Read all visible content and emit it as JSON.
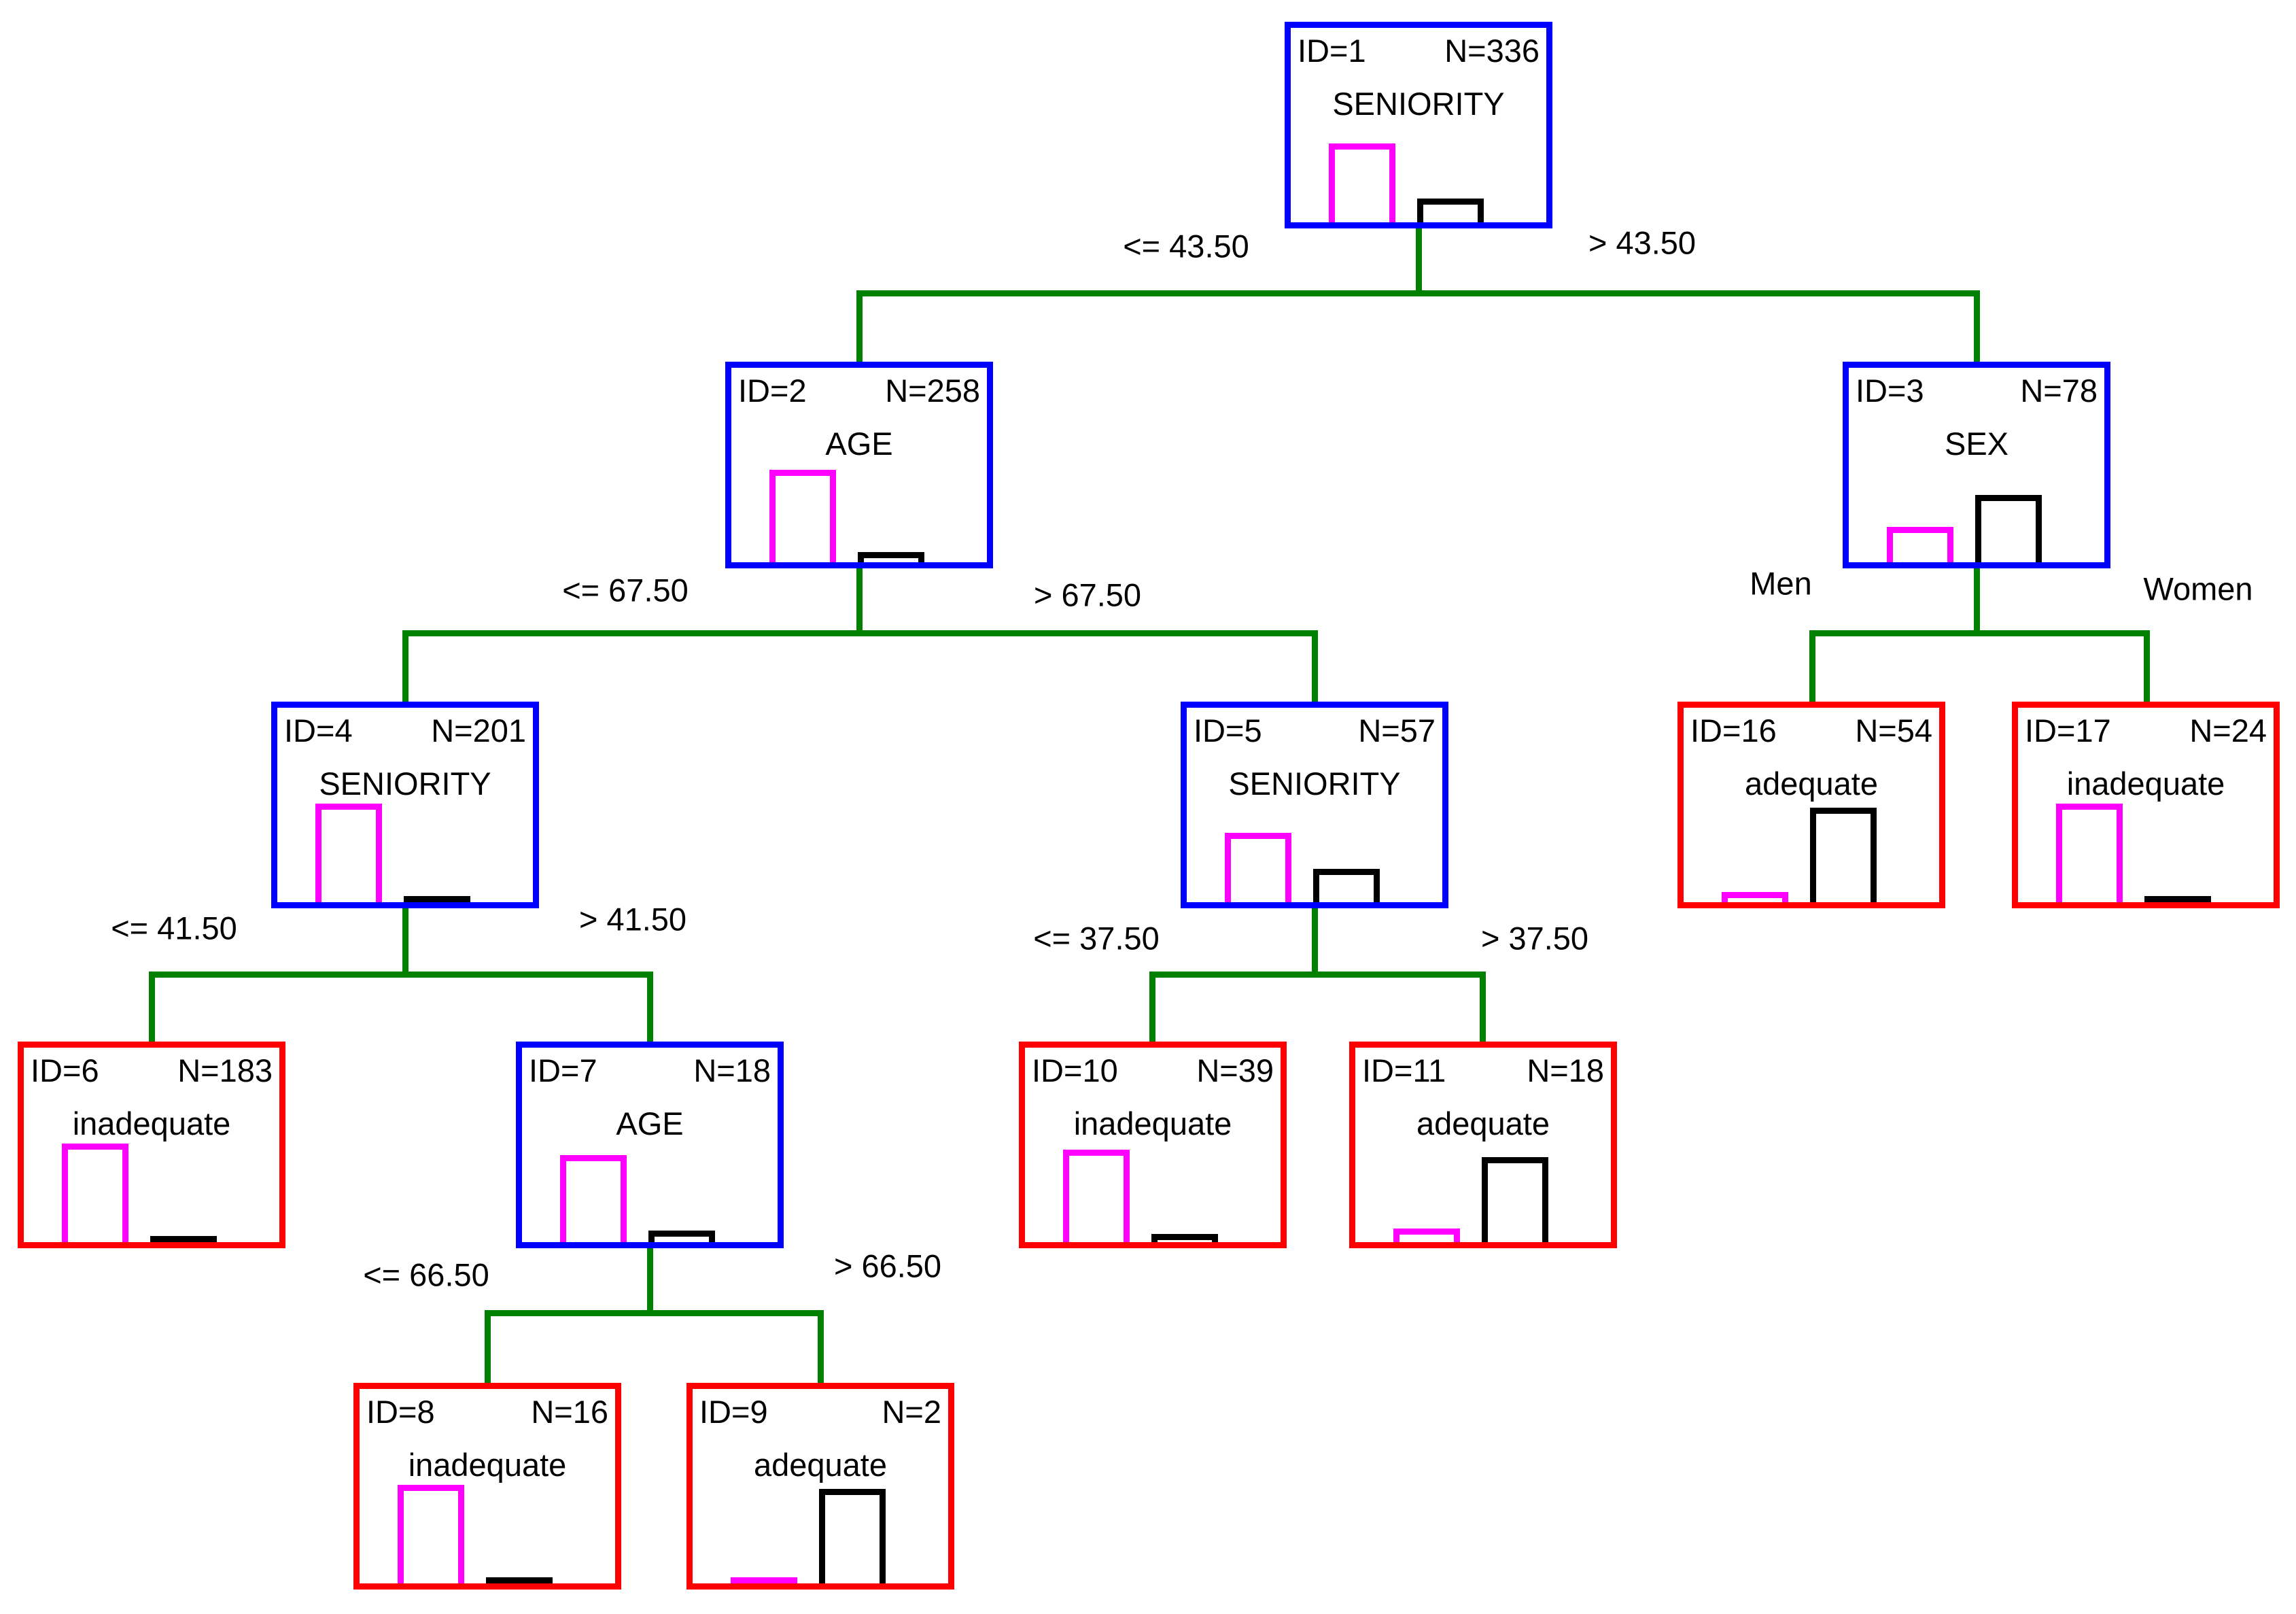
{
  "diagram": {
    "type": "classification-tree",
    "colors": {
      "internal_node_border": "#0000ff",
      "leaf_node_border": "#ff0000",
      "bar_inadequate": "#ff00ff",
      "bar_adequate": "#000000",
      "connector": "#008000",
      "text": "#000000",
      "background": "#ffffff"
    },
    "bar_meaning": "left magenta bar = proportion 'inadequate', right black bar = proportion 'adequate'"
  },
  "nodes": {
    "n1": {
      "id_label": "ID=1",
      "n_label": "N=336",
      "name": "SENIORITY",
      "type": "internal",
      "bars": {
        "magenta": 0.4,
        "black": 0.12
      }
    },
    "n2": {
      "id_label": "ID=2",
      "n_label": "N=258",
      "name": "AGE",
      "type": "internal",
      "bars": {
        "magenta": 0.47,
        "black": 0.05
      }
    },
    "n3": {
      "id_label": "ID=3",
      "n_label": "N=78",
      "name": "SEX",
      "type": "internal",
      "bars": {
        "magenta": 0.18,
        "black": 0.34
      }
    },
    "n4": {
      "id_label": "ID=4",
      "n_label": "N=201",
      "name": "SENIORITY",
      "type": "internal",
      "bars": {
        "magenta": 0.5,
        "black": 0.02
      }
    },
    "n5": {
      "id_label": "ID=5",
      "n_label": "N=57",
      "name": "SENIORITY",
      "type": "internal",
      "bars": {
        "magenta": 0.35,
        "black": 0.17
      }
    },
    "n6": {
      "id_label": "ID=6",
      "n_label": "N=183",
      "name": "inadequate",
      "type": "leaf",
      "bars": {
        "magenta": 0.5,
        "black": 0.02
      }
    },
    "n7": {
      "id_label": "ID=7",
      "n_label": "N=18",
      "name": "AGE",
      "type": "internal",
      "bars": {
        "magenta": 0.44,
        "black": 0.06
      }
    },
    "n8": {
      "id_label": "ID=8",
      "n_label": "N=16",
      "name": "inadequate",
      "type": "leaf",
      "bars": {
        "magenta": 0.5,
        "black": 0.02
      }
    },
    "n9": {
      "id_label": "ID=9",
      "n_label": "N=2",
      "name": "adequate",
      "type": "leaf",
      "bars": {
        "magenta": 0.02,
        "black": 0.48
      }
    },
    "n10": {
      "id_label": "ID=10",
      "n_label": "N=39",
      "name": "inadequate",
      "type": "leaf",
      "bars": {
        "magenta": 0.47,
        "black": 0.04
      }
    },
    "n11": {
      "id_label": "ID=11",
      "n_label": "N=18",
      "name": "adequate",
      "type": "leaf",
      "bars": {
        "magenta": 0.07,
        "black": 0.43
      }
    },
    "n16": {
      "id_label": "ID=16",
      "n_label": "N=54",
      "name": "adequate",
      "type": "leaf",
      "bars": {
        "magenta": 0.05,
        "black": 0.48
      }
    },
    "n17": {
      "id_label": "ID=17",
      "n_label": "N=24",
      "name": "inadequate",
      "type": "leaf",
      "bars": {
        "magenta": 0.5,
        "black": 0.02
      }
    }
  },
  "edges": [
    {
      "parent": "n1",
      "left_child": "n2",
      "right_child": "n3",
      "left_label": "<= 43.50",
      "right_label": "> 43.50"
    },
    {
      "parent": "n2",
      "left_child": "n4",
      "right_child": "n5",
      "left_label": "<= 67.50",
      "right_label": "> 67.50"
    },
    {
      "parent": "n3",
      "left_child": "n16",
      "right_child": "n17",
      "left_label": "Men",
      "right_label": "Women"
    },
    {
      "parent": "n4",
      "left_child": "n6",
      "right_child": "n7",
      "left_label": "<= 41.50",
      "right_label": "> 41.50"
    },
    {
      "parent": "n5",
      "left_child": "n10",
      "right_child": "n11",
      "left_label": "<= 37.50",
      "right_label": "> 37.50"
    },
    {
      "parent": "n7",
      "left_child": "n8",
      "right_child": "n9",
      "left_label": "<= 66.50",
      "right_label": "> 66.50"
    }
  ]
}
